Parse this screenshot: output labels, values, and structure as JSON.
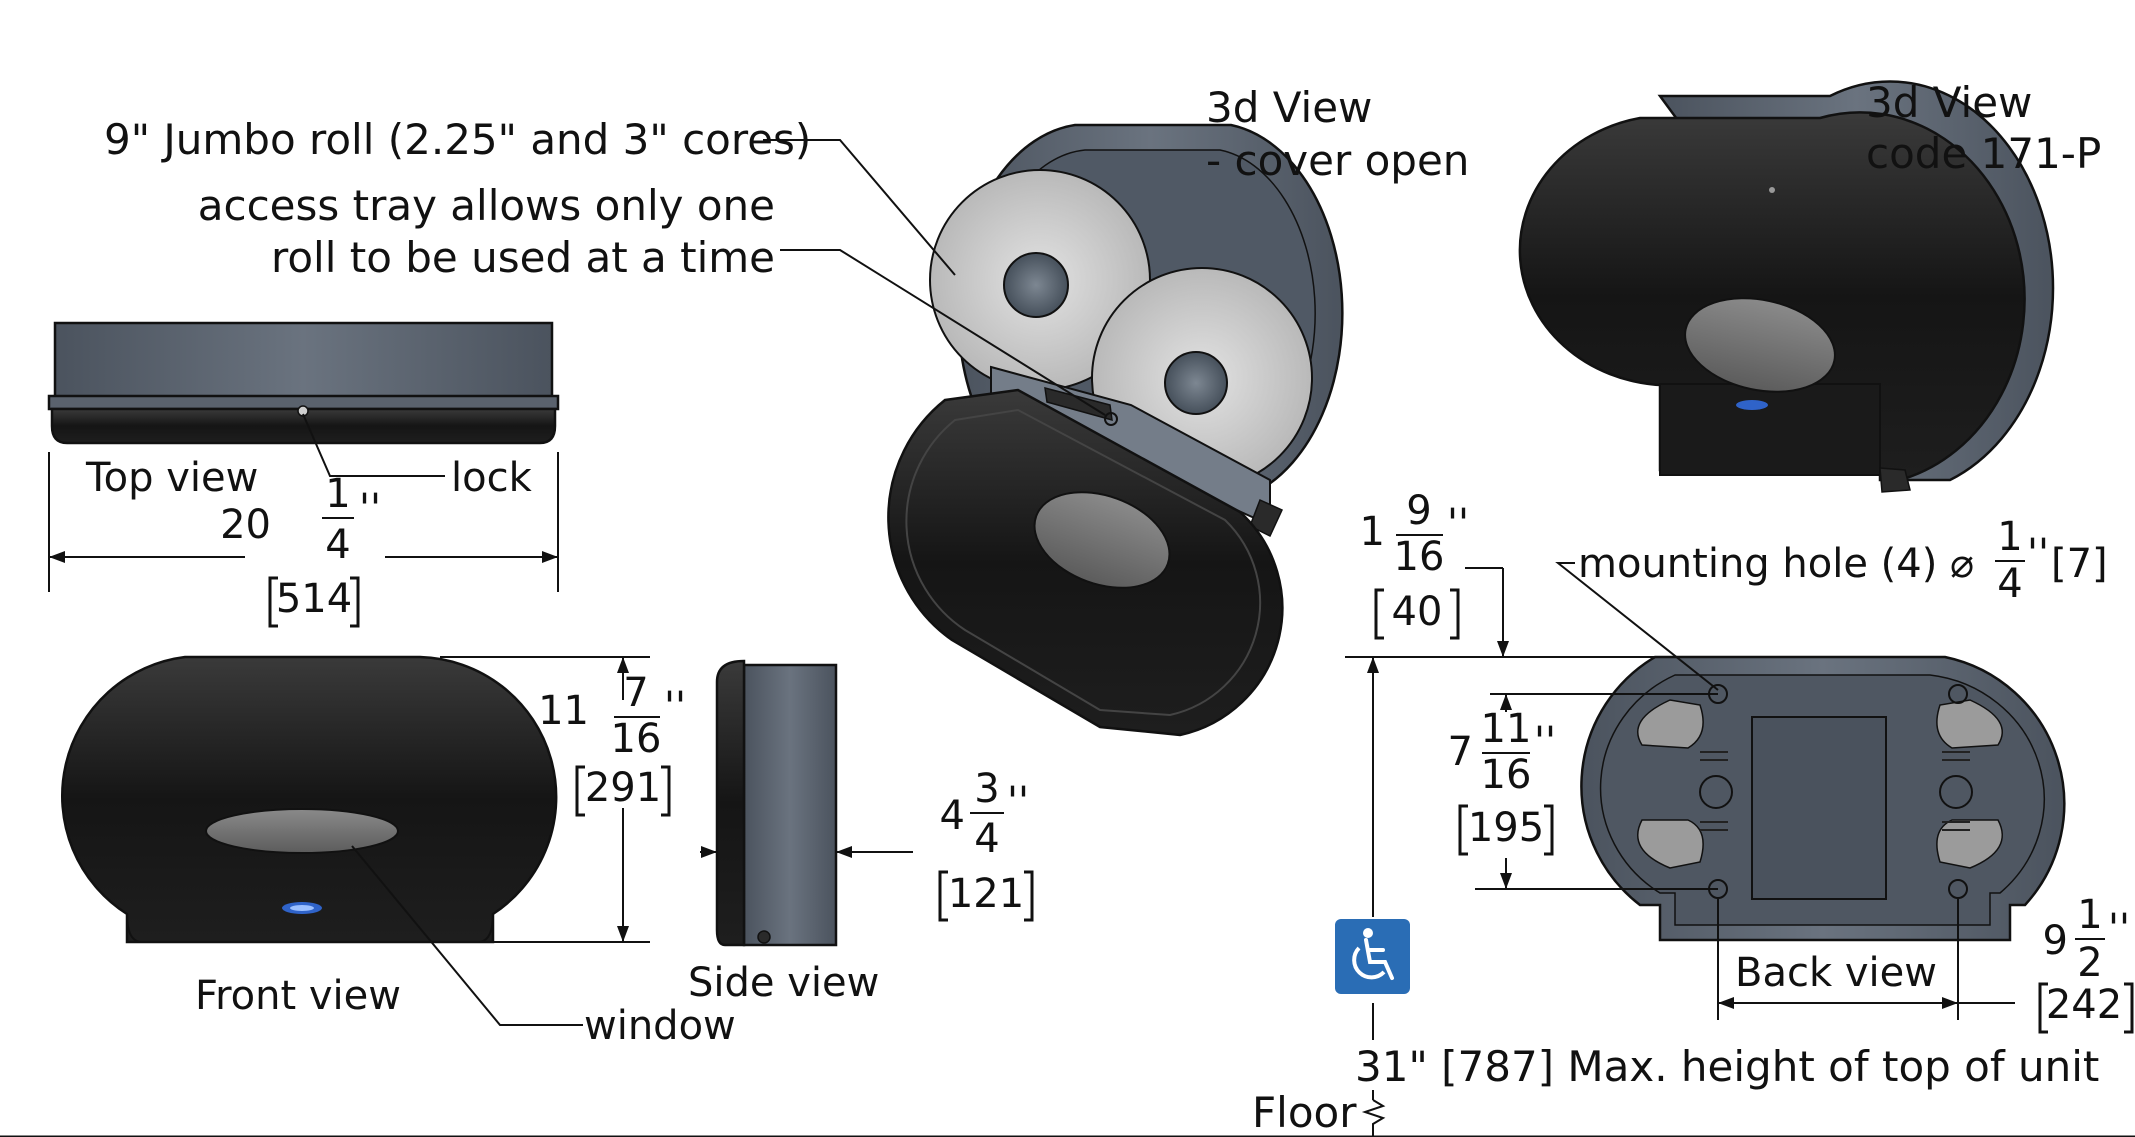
{
  "labels": {
    "roll": "9\" Jumbo roll (2.25\" and 3\" cores)",
    "tray_line1": "access tray allows only one",
    "tray_line2": "roll to be used at a time",
    "view3d_open_line1": "3d View",
    "view3d_open_line2": "- cover open",
    "view3d_closed_line1": "3d View",
    "view3d_closed_line2": "code 171-P",
    "top_view": "Top view",
    "lock": "lock",
    "front_view": "Front view",
    "side_view": "Side view",
    "window": "window",
    "back_view": "Back view",
    "mounting_hole": "mounting hole (4) ⌀",
    "max_height": "31\" [787] Max. height of top of unit",
    "floor": "Floor"
  },
  "dimensions": {
    "width": {
      "whole": "20",
      "num": "1",
      "den": "4",
      "unit": "''",
      "metric": "514"
    },
    "height": {
      "whole": "11",
      "num": "7",
      "den": "16",
      "unit": "''",
      "metric": "291"
    },
    "depth": {
      "whole": "4",
      "num": "3",
      "den": "4",
      "unit": "''",
      "metric": "121"
    },
    "top_offset": {
      "whole": "1",
      "num": "9",
      "den": "16",
      "unit": "''",
      "metric": "40"
    },
    "hole_vertical": {
      "whole": "7",
      "num": "11",
      "den": "16",
      "unit": "''",
      "metric": "195"
    },
    "hole_horizontal": {
      "whole": "9",
      "num": "1",
      "den": "2",
      "unit": "''",
      "metric": "242"
    },
    "hole_diameter": {
      "num": "1",
      "den": "4",
      "unit": "''",
      "metric": "[7]"
    }
  },
  "colors": {
    "cover": "#1c1c1c",
    "housing": "#5b6470",
    "window": "#6e6e6e",
    "roll": "#d0d0d0",
    "back_plate": "#4f5762",
    "accessible_sign": "#2a6db5"
  },
  "icons": [
    "wheelchair-accessible-icon",
    "lock-icon",
    "logo-badge-icon"
  ]
}
